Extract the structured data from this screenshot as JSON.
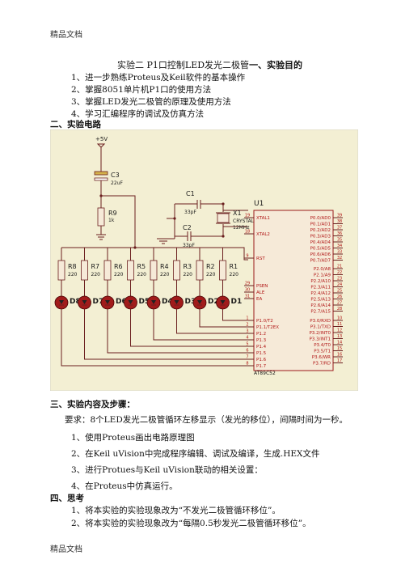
{
  "header": "精品文档",
  "footer": "精品文档",
  "title": "实验二   P1口控制LED发光二极管",
  "title_tail": "一、实验目的",
  "objectives": [
    "1、进一步熟练Proteus及Keil软件的基本操作",
    "2、掌握8051单片机P1口的使用方法",
    "3、掌握LED发光二极管的原理及使用方法",
    "4、学习汇编程序的调试及仿真方法"
  ],
  "section2": "二、实验电路",
  "section3": "三、实验内容及步骤：",
  "requirement": "要求：8个LED发光二极管循环左移显示（发光的移位），间隔时间为一秒。",
  "steps": [
    "1、使用Proteus画出电路原理图",
    "2、在Keil uVision中完成程序编辑、调试及编译，生成.HEX文件",
    "3、进行Protues与Keil uVision联动的相关设置：",
    "4、在Proteus中仿真运行。"
  ],
  "section4": "四、思考",
  "questions": [
    "1、将本实验的实验现象改为“不发光二极管循环移位”。",
    "2、将本实验的实验现象改为“每隔0.5秒发光二极管循环移位”。"
  ],
  "schematic": {
    "colors": {
      "background": "#f3efd3",
      "wire": "#6b1f1f",
      "chip_fill": "#f6ead8",
      "chip_border": "#9b1a1a",
      "pin_text": "#b01515",
      "label": "#1a1a1a",
      "led_fill": "#a11b1b"
    },
    "vcc": "+5V",
    "c3": {
      "name": "C3",
      "value": "22uF"
    },
    "r9": {
      "name": "R9",
      "value": "1k"
    },
    "c1": {
      "name": "C1",
      "value": "33pF"
    },
    "c2": {
      "name": "C2",
      "value": "33pF"
    },
    "x1": {
      "name": "X1",
      "type": "CRYSTAL",
      "freq": "12MHz"
    },
    "u1": {
      "name": "U1",
      "part": "AT89C52"
    },
    "resistors": [
      {
        "name": "R8",
        "value": "220"
      },
      {
        "name": "R7",
        "value": "220"
      },
      {
        "name": "R6",
        "value": "220"
      },
      {
        "name": "R5",
        "value": "220"
      },
      {
        "name": "R4",
        "value": "220"
      },
      {
        "name": "R3",
        "value": "220"
      },
      {
        "name": "R2",
        "value": "220"
      },
      {
        "name": "R1",
        "value": "220"
      }
    ],
    "leds": [
      "D8",
      "D7",
      "D6",
      "D5",
      "D4",
      "D3",
      "D2",
      "D1"
    ],
    "left_pins": [
      {
        "num": "19",
        "name": "XTAL1"
      },
      {
        "num": "18",
        "name": "XTAL2"
      },
      {
        "num": "9",
        "name": "RST"
      },
      {
        "num": "29",
        "name": "PSEN"
      },
      {
        "num": "30",
        "name": "ALE"
      },
      {
        "num": "31",
        "name": "EA"
      },
      {
        "num": "1",
        "name": "P1.0/T2"
      },
      {
        "num": "2",
        "name": "P1.1/T2EX"
      },
      {
        "num": "3",
        "name": "P1.2"
      },
      {
        "num": "4",
        "name": "P1.3"
      },
      {
        "num": "5",
        "name": "P1.4"
      },
      {
        "num": "6",
        "name": "P1.5"
      },
      {
        "num": "7",
        "name": "P1.6"
      },
      {
        "num": "8",
        "name": "P1.7"
      }
    ],
    "right_pins_p0": [
      {
        "num": "39",
        "name": "P0.0/AD0"
      },
      {
        "num": "38",
        "name": "P0.1/AD1"
      },
      {
        "num": "37",
        "name": "P0.2/AD2"
      },
      {
        "num": "36",
        "name": "P0.3/AD3"
      },
      {
        "num": "35",
        "name": "P0.4/AD4"
      },
      {
        "num": "34",
        "name": "P0.5/AD5"
      },
      {
        "num": "33",
        "name": "P0.6/AD6"
      },
      {
        "num": "32",
        "name": "P0.7/AD7"
      }
    ],
    "right_pins_p2": [
      {
        "num": "21",
        "name": "P2.0/A8"
      },
      {
        "num": "22",
        "name": "P2.1/A9"
      },
      {
        "num": "23",
        "name": "P2.2/A10"
      },
      {
        "num": "24",
        "name": "P2.3/A11"
      },
      {
        "num": "25",
        "name": "P2.4/A12"
      },
      {
        "num": "26",
        "name": "P2.5/A13"
      },
      {
        "num": "27",
        "name": "P2.6/A14"
      },
      {
        "num": "28",
        "name": "P2.7/A15"
      }
    ],
    "right_pins_p3": [
      {
        "num": "10",
        "name": "P3.0/RXD"
      },
      {
        "num": "11",
        "name": "P3.1/TXD"
      },
      {
        "num": "12",
        "name": "P3.2/INT0"
      },
      {
        "num": "13",
        "name": "P3.3/INT1"
      },
      {
        "num": "14",
        "name": "P3.4/T0"
      },
      {
        "num": "15",
        "name": "P3.5/T1"
      },
      {
        "num": "16",
        "name": "P3.6/WR"
      },
      {
        "num": "17",
        "name": "P3.7/RD"
      }
    ]
  }
}
